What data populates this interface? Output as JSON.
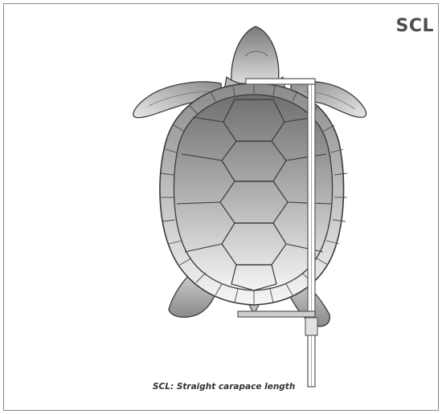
{
  "diagram": {
    "title": "SCL",
    "caption": "SCL: Straight carapace length",
    "colors": {
      "frame": "#8a8a8a",
      "outline": "#3a3a3a",
      "shell_dark": "#7f7f7f",
      "shell_light": "#f2f2f2",
      "caliper": "#6e6e6e",
      "title_text": "#4d4d4d"
    },
    "icons": [
      "sea-turtle-illustration",
      "caliper-icon"
    ]
  }
}
